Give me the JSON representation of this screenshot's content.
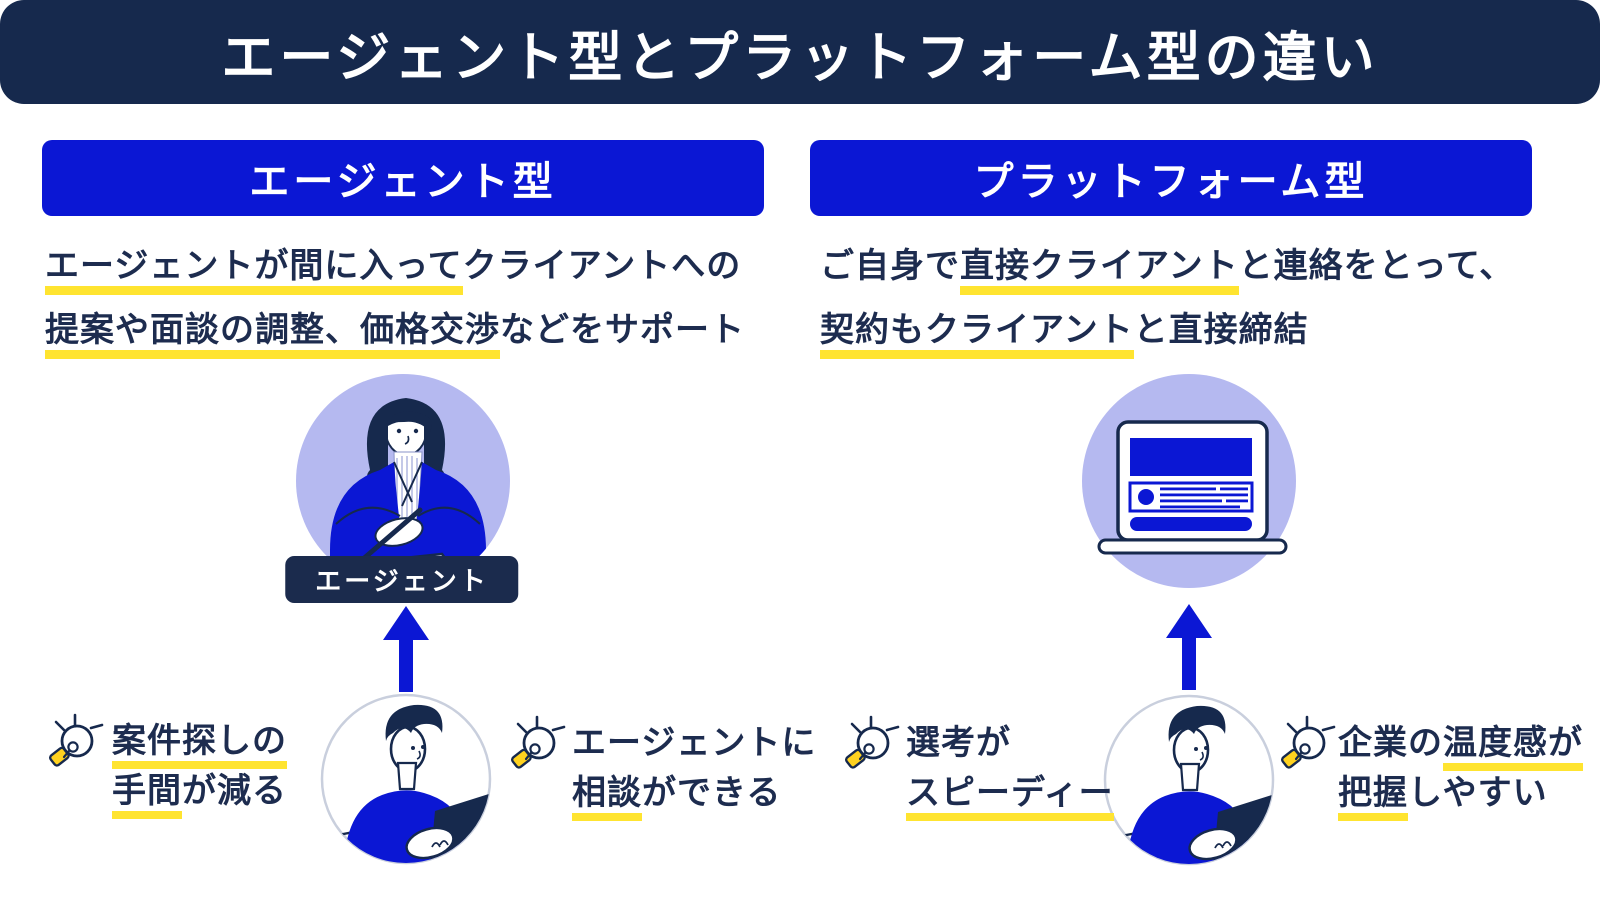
{
  "title": "エージェント型とプラットフォーム型の違い",
  "agent": {
    "header": "エージェント型",
    "desc": {
      "hl1": "エージェントが間に入って",
      "plain1": "クライアントへの",
      "hl2": "提案や面談の調整、価格交渉",
      "plain2": "などをサポート"
    },
    "badge": "エージェント",
    "benefit_left": {
      "l1_hl": "案件探しの",
      "l2_hl": "手間",
      "l2_plain": "が減る"
    },
    "benefit_right": {
      "l1_plain": "エージェントに",
      "l2_hl": "相談",
      "l2_plain": "ができる"
    }
  },
  "platform": {
    "header": "プラットフォーム型",
    "desc": {
      "plain1": "ご自身で",
      "hl1": "直接クライアント",
      "plain2": "と連絡をとって、",
      "hl2": "契約もクライアント",
      "plain3": "と直接締結"
    },
    "benefit_left": {
      "l1_plain": "選考が",
      "l2_hl": "スピーディー"
    },
    "benefit_right": {
      "l1_plain": "企業の",
      "l1_hl": "温度感が",
      "l2_hl": "把握",
      "l2_plain": "しやすい"
    }
  },
  "icons": {
    "lightbulb": "light-bulb-outline-with-rays",
    "arrow": "arrow-up-solid",
    "agent_illustration": "woman-agent-writing-contract",
    "platform_illustration": "laptop-job-listing-screen",
    "freelancer_illustration": "person-working-at-laptop"
  },
  "colors": {
    "navy": "#16294d",
    "blue": "#0b17d4",
    "lavender": "#b5b9f0",
    "yellow": "#ffe430",
    "ink": "#1d2c4f",
    "badge": "#1b2b4d",
    "circle_border": "#c9cfdd"
  }
}
